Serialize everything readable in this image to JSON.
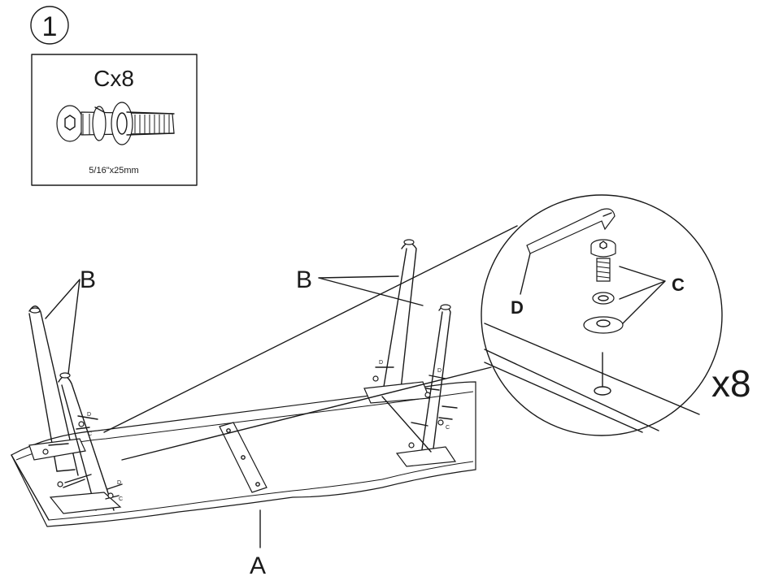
{
  "step": {
    "number": "1"
  },
  "parts_box": {
    "quantity": "Cx8",
    "size": "5/16\"x25mm"
  },
  "labels": {
    "tabletop": "A",
    "legs_left": "B",
    "legs_right": "B",
    "bolt": "C",
    "hex_key": "D"
  },
  "detail": {
    "multiplier": "x8"
  },
  "small_labels": {
    "c": "C",
    "d": "D"
  }
}
